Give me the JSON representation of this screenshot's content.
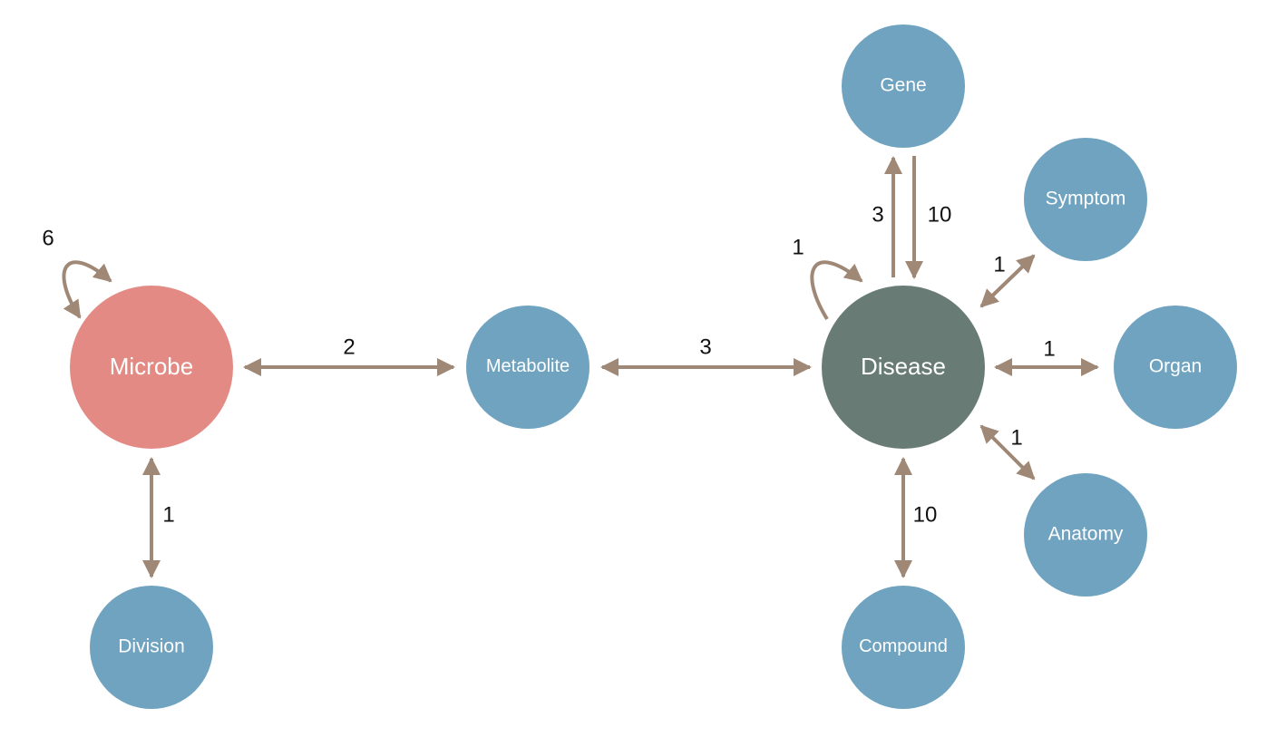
{
  "colors": {
    "edge": "#a08877",
    "node_default": "#6fa3c0",
    "node_microbe": "#e28a83",
    "node_disease": "#687b75",
    "node_text": "#ffffff",
    "label_text": "#111111"
  },
  "nodes": {
    "microbe": "Microbe",
    "division": "Division",
    "metabolite": "Metabolite",
    "disease": "Disease",
    "gene": "Gene",
    "symptom": "Symptom",
    "organ": "Organ",
    "anatomy": "Anatomy",
    "compound": "Compound"
  },
  "edges": {
    "microbe_self": "6",
    "microbe_metabolite": "2",
    "microbe_division": "1",
    "metabolite_disease": "3",
    "disease_self": "1",
    "disease_gene_up": "3",
    "gene_disease_down": "10",
    "disease_symptom": "1",
    "disease_organ": "1",
    "disease_anatomy": "1",
    "disease_compound": "10"
  }
}
